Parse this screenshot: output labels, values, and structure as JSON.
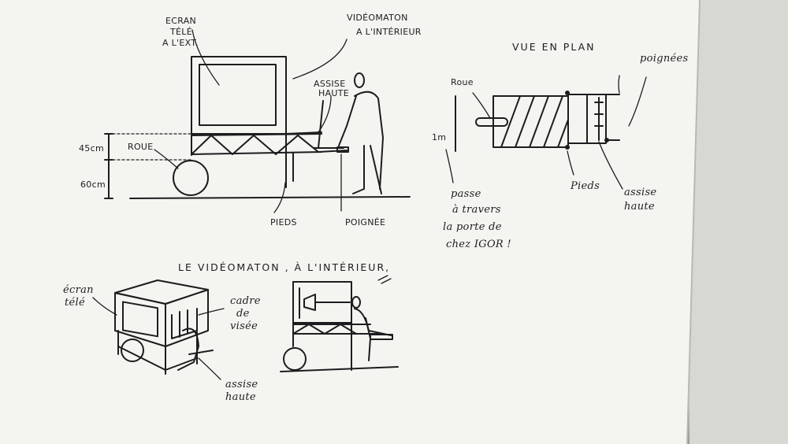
{
  "sketch": {
    "exterior": {
      "ecran_tele": [
        "ECRAN",
        "TÉLÉ",
        "A L'EXT."
      ],
      "videomaton": [
        "VIDÉOMATON",
        "A L'INTÉRIEUR"
      ],
      "assise": [
        "ASSISE",
        "HAUTE"
      ],
      "roue": "ROUE",
      "dim_45": "45cm",
      "dim_60": "60cm",
      "pieds": "PIEDS",
      "poignee": "POIGNÉE"
    },
    "plan": {
      "title": "VUE EN PLAN",
      "poignees": "poignées",
      "roue": "Roue",
      "dim_1m": "1m",
      "passe": [
        "passe",
        "à travers",
        "la porte de",
        "chez IGOR !"
      ],
      "pieds": "Pieds",
      "assise": [
        "assise",
        "haute"
      ]
    },
    "interior": {
      "title": "LE VIDÉOMATON , À L'INTÉRIEUR,",
      "ecran": [
        "écran",
        "télé"
      ],
      "cadre": [
        "cadre",
        "de",
        "visée"
      ],
      "assise": [
        "assise",
        "haute"
      ]
    }
  }
}
